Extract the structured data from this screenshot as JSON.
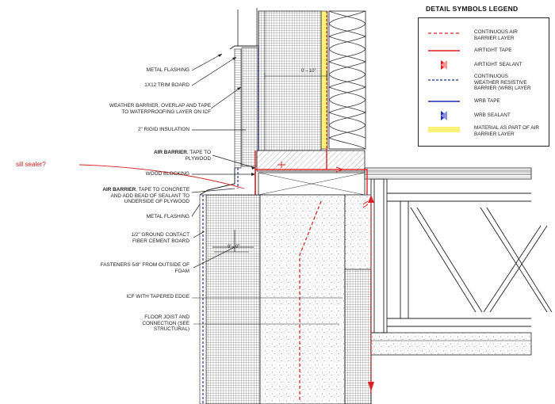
{
  "legend": {
    "title": "DETAIL SYMBOLS LEGEND",
    "items": [
      {
        "symbol": "red-dashed-line",
        "label_lines": [
          "CONTINUOUS AIR",
          "BARRIER LAYER"
        ]
      },
      {
        "symbol": "red-solid-line",
        "label_lines": [
          "AIRTIGHT TAPE"
        ]
      },
      {
        "symbol": "red-sealant-mark",
        "label_lines": [
          "AIRTIGHT SEALANT"
        ]
      },
      {
        "symbol": "blue-dashed-line",
        "label_lines": [
          "CONTINUOUS",
          "WEATHER RESISTIVE",
          "BARRIER (WRB) LAYER"
        ]
      },
      {
        "symbol": "blue-solid-line",
        "label_lines": [
          "WRB TAPE"
        ]
      },
      {
        "symbol": "blue-sealant-mark",
        "label_lines": [
          "WRB SEALANT"
        ]
      },
      {
        "symbol": "yellow-band",
        "label_lines": [
          "MATERIAL AS PART OF AIR",
          "BARRIER LAYER"
        ]
      }
    ]
  },
  "callouts": {
    "metal_flashing_top": "METAL FLASHING",
    "trim_board": "1X12 TRIM BOARD",
    "weather_barrier_1": "WEATHER BARRIER, OVERLAP AND TAPE",
    "weather_barrier_2": "TO WATERPROOFING LAYER ON ICF",
    "rigid_insulation": "2\" RIGID INSULATION",
    "air_barrier_plywood_bold": "AIR BARRIER",
    "air_barrier_plywood_1": ", TAPE TO",
    "air_barrier_plywood_2": "PLYWOOD",
    "wood_blocking": "WOOD BLOCKING",
    "air_barrier_concrete_bold": "AIR BARRIER",
    "air_barrier_concrete_1": ", TAPE TO CONCRETE",
    "air_barrier_concrete_2": "AND ADD BEAD OF SEALANT TO",
    "air_barrier_concrete_3": "UNDERSIDE OF PLYWOOD",
    "metal_flashing_bottom": "METAL FLASHING",
    "cement_board_1": "1/2\" GROUND CONTACT",
    "cement_board_2": "FIBER CEMENT BOARD",
    "fasteners_1": "FASTENERS  5/8\" FROM OUTSIDE OF",
    "fasteners_2": "FOAM",
    "icf_tapered": "ICF WITH TAPERED EDGE",
    "floor_joist_1": "FLOOR JOIST AND",
    "floor_joist_2": "CONNECTION (SEE",
    "floor_joist_3": "STRUCTURAL)"
  },
  "dimensions": {
    "upper": "0' - 10\"",
    "lower": "0' - 0\""
  },
  "annotation": {
    "text": "sill sealer?",
    "color": "#d42020"
  },
  "colors": {
    "air_barrier": "#e02020",
    "wrb": "#1f2fa8",
    "highlight": "#fff27a",
    "linework": "#222222"
  }
}
